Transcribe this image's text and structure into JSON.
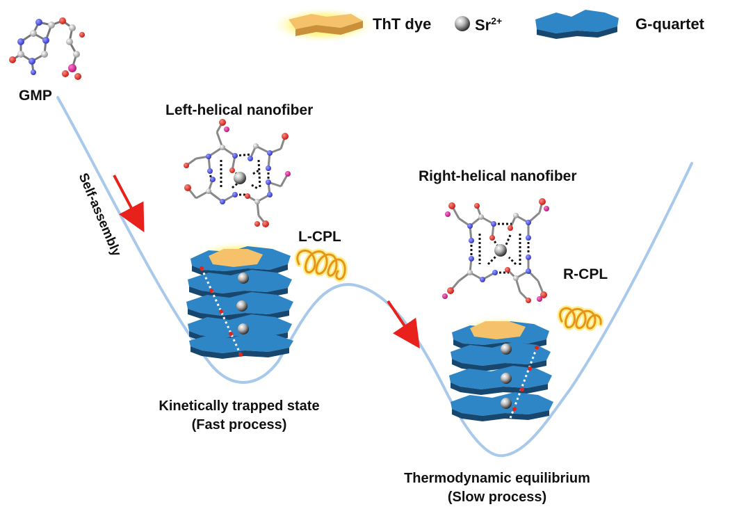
{
  "legend": {
    "tht_label": "ThT dye",
    "sr_label_base": "Sr",
    "sr_label_sup": "2+",
    "gquartet_label": "G-quartet"
  },
  "labels": {
    "gmp": "GMP",
    "self_assembly": "Self-assembly",
    "left_title": "Left-helical nanofiber",
    "right_title": "Right-helical nanofiber",
    "l_cpl": "L-CPL",
    "r_cpl": "R-CPL",
    "kinetic_line1": "Kinetically trapped state",
    "kinetic_line2": "(Fast process)",
    "thermo_line1": "Thermodynamic equilibrium",
    "thermo_line2": "(Slow process)"
  },
  "colors": {
    "energy_curve": "#a9c9ea",
    "arrow": "#e8211d",
    "quartet_top": "#2f86c6",
    "quartet_side": "#17476f",
    "dye": "#f5c26b",
    "dye_glow": "#fff200",
    "oxygen": "#e1251b",
    "nitrogen": "#3b43d8",
    "phosphorus": "#d6208f"
  }
}
